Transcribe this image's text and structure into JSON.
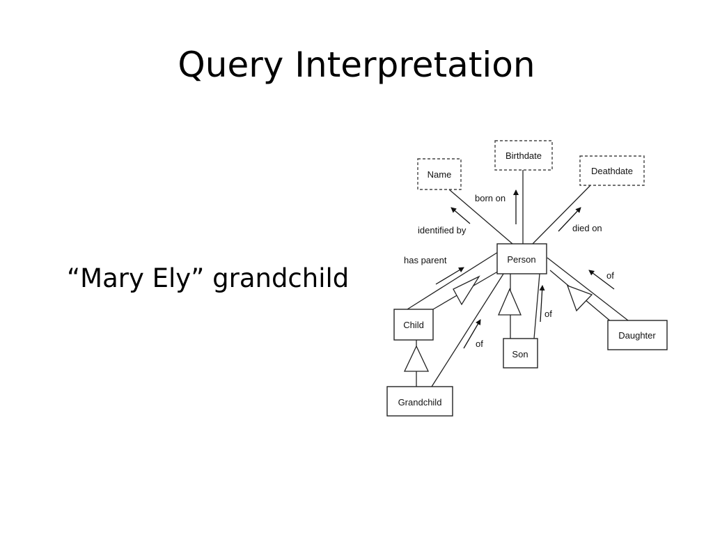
{
  "slide": {
    "title": "Query Interpretation",
    "query": "“Mary Ely” grandchild"
  },
  "diagram": {
    "entities": {
      "person": "Person",
      "child": "Child",
      "grandchild": "Grandchild",
      "son": "Son",
      "daughter": "Daughter"
    },
    "attributes": {
      "name": "Name",
      "birthdate": "Birthdate",
      "deathdate": "Deathdate"
    },
    "relations": {
      "identified_by": "identified by",
      "born_on": "born on",
      "died_on": "died on",
      "has_parent": "has parent",
      "grandchild_of": "of",
      "son_of": "of",
      "daughter_of": "of"
    }
  }
}
